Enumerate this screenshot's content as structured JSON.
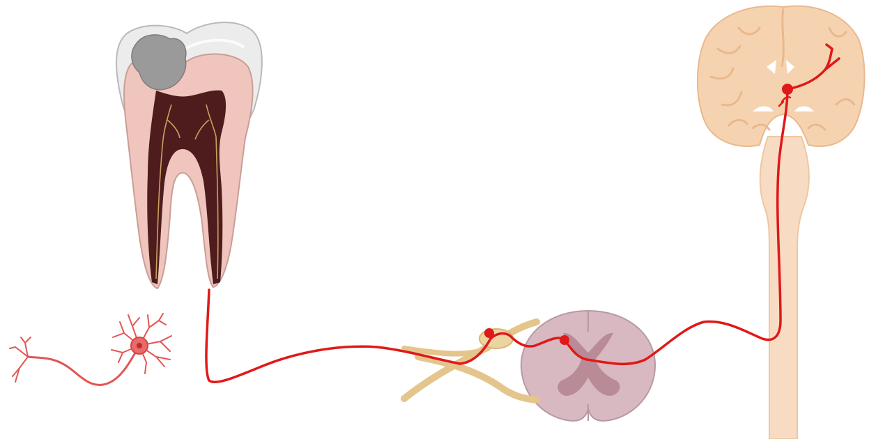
{
  "diagram": {
    "subject": "",
    "parts": [
      {
        "id": "tooth",
        "icon": "tooth-icon"
      },
      {
        "id": "neuron",
        "icon": "neuron-icon"
      },
      {
        "id": "dorsal-root-ganglion",
        "icon": "ganglion-icon"
      },
      {
        "id": "spinal-cord",
        "icon": "spinal-cord-section-icon"
      },
      {
        "id": "brain",
        "icon": "brain-icon"
      },
      {
        "id": "brainstem",
        "icon": "brainstem-icon"
      }
    ]
  },
  "colors": {
    "background": "#ffffff",
    "pain_pathway": "#e01818",
    "tooth_enamel": "#eeeeee",
    "tooth_dentin": "#efc5bd",
    "tooth_pulp": "#4e1c1c",
    "caries": "#9a9a9a",
    "nerve_fibers": "#e4c58c",
    "neuron": "#e35555",
    "spinal_grey": "#b88b97",
    "spinal_white": "#d8b9c1",
    "brain": "#f6d3b0",
    "brain_sulci": "#eab88c",
    "brainstem": "#f7dcc3"
  }
}
